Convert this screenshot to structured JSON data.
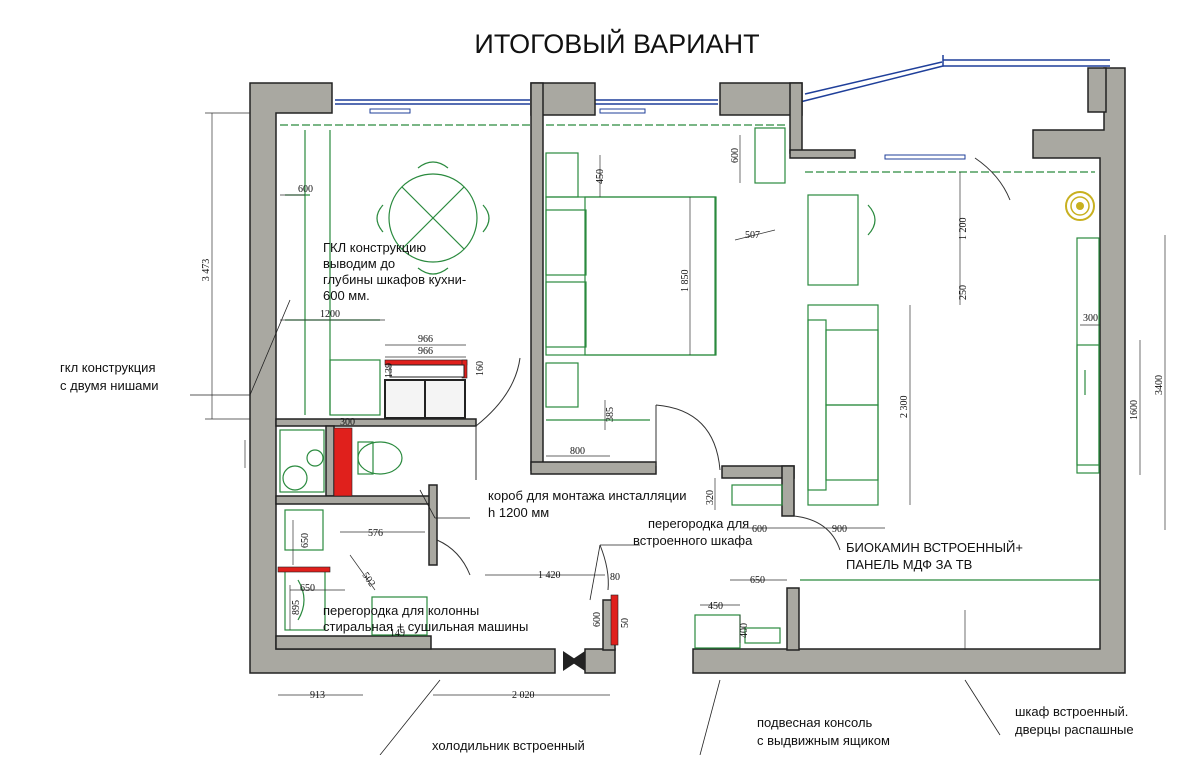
{
  "title": "ИТОГОВЫЙ ВАРИАНТ",
  "colors": {
    "wall": "#a9a8a1",
    "wall_stroke": "#222222",
    "furniture": "#2a8a3e",
    "partition": "#e0201c",
    "window": "#1f3f9a"
  },
  "annotations": {
    "gkl_kitchen_1": "ГКЛ конструкцию",
    "gkl_kitchen_2": "выводим до",
    "gkl_kitchen_3": "глубины шкафов кухни-",
    "gkl_kitchen_4": "600 мм.",
    "gkl_niches_1": "гкл конструкция",
    "gkl_niches_2": "с двумя нишами",
    "box_install_1": "короб для монтажа инсталляции",
    "box_install_2": "h 1200 мм",
    "partition_wardrobe_1": "перегородка для",
    "partition_wardrobe_2": "встроенного шкафа",
    "biofireplace_1": "БИОКАМИН ВСТРОЕННЫЙ+",
    "biofireplace_2": "ПАНЕЛЬ МДФ ЗА ТВ",
    "partition_column_1": "перегородка для колонны",
    "partition_column_2": "стиральная + сушильная машины",
    "fridge": "холодильник встроенный",
    "console_1": "подвесная консоль",
    "console_2": "с выдвижным ящиком",
    "wardrobe_1": "шкаф встроенный.",
    "wardrobe_2": "дверцы распашные"
  },
  "dimensions": {
    "d3473": "3 473",
    "d600a": "600",
    "d1200a": "1200",
    "d966a": "966",
    "d966b": "966",
    "d139": "139",
    "d160": "160",
    "d300a": "300",
    "d600b": "600",
    "d450a": "450",
    "d1850": "1 850",
    "d507": "507",
    "d385": "385",
    "d800": "800",
    "d320": "320",
    "d600c": "600",
    "d900": "900",
    "d1200b": "1 200",
    "d250": "250",
    "d2300": "2 300",
    "d300b": "300",
    "d1600": "1600",
    "d3400": "3400",
    "d576": "576",
    "d650a": "650",
    "d502": "502",
    "d650b": "650",
    "d895": "895",
    "d149": "149",
    "d1420": "1 420",
    "d80": "80",
    "d600d": "600",
    "d50": "50",
    "d650c": "650",
    "d450b": "450",
    "d400": "400",
    "d913": "913",
    "d2020": "2 020"
  }
}
